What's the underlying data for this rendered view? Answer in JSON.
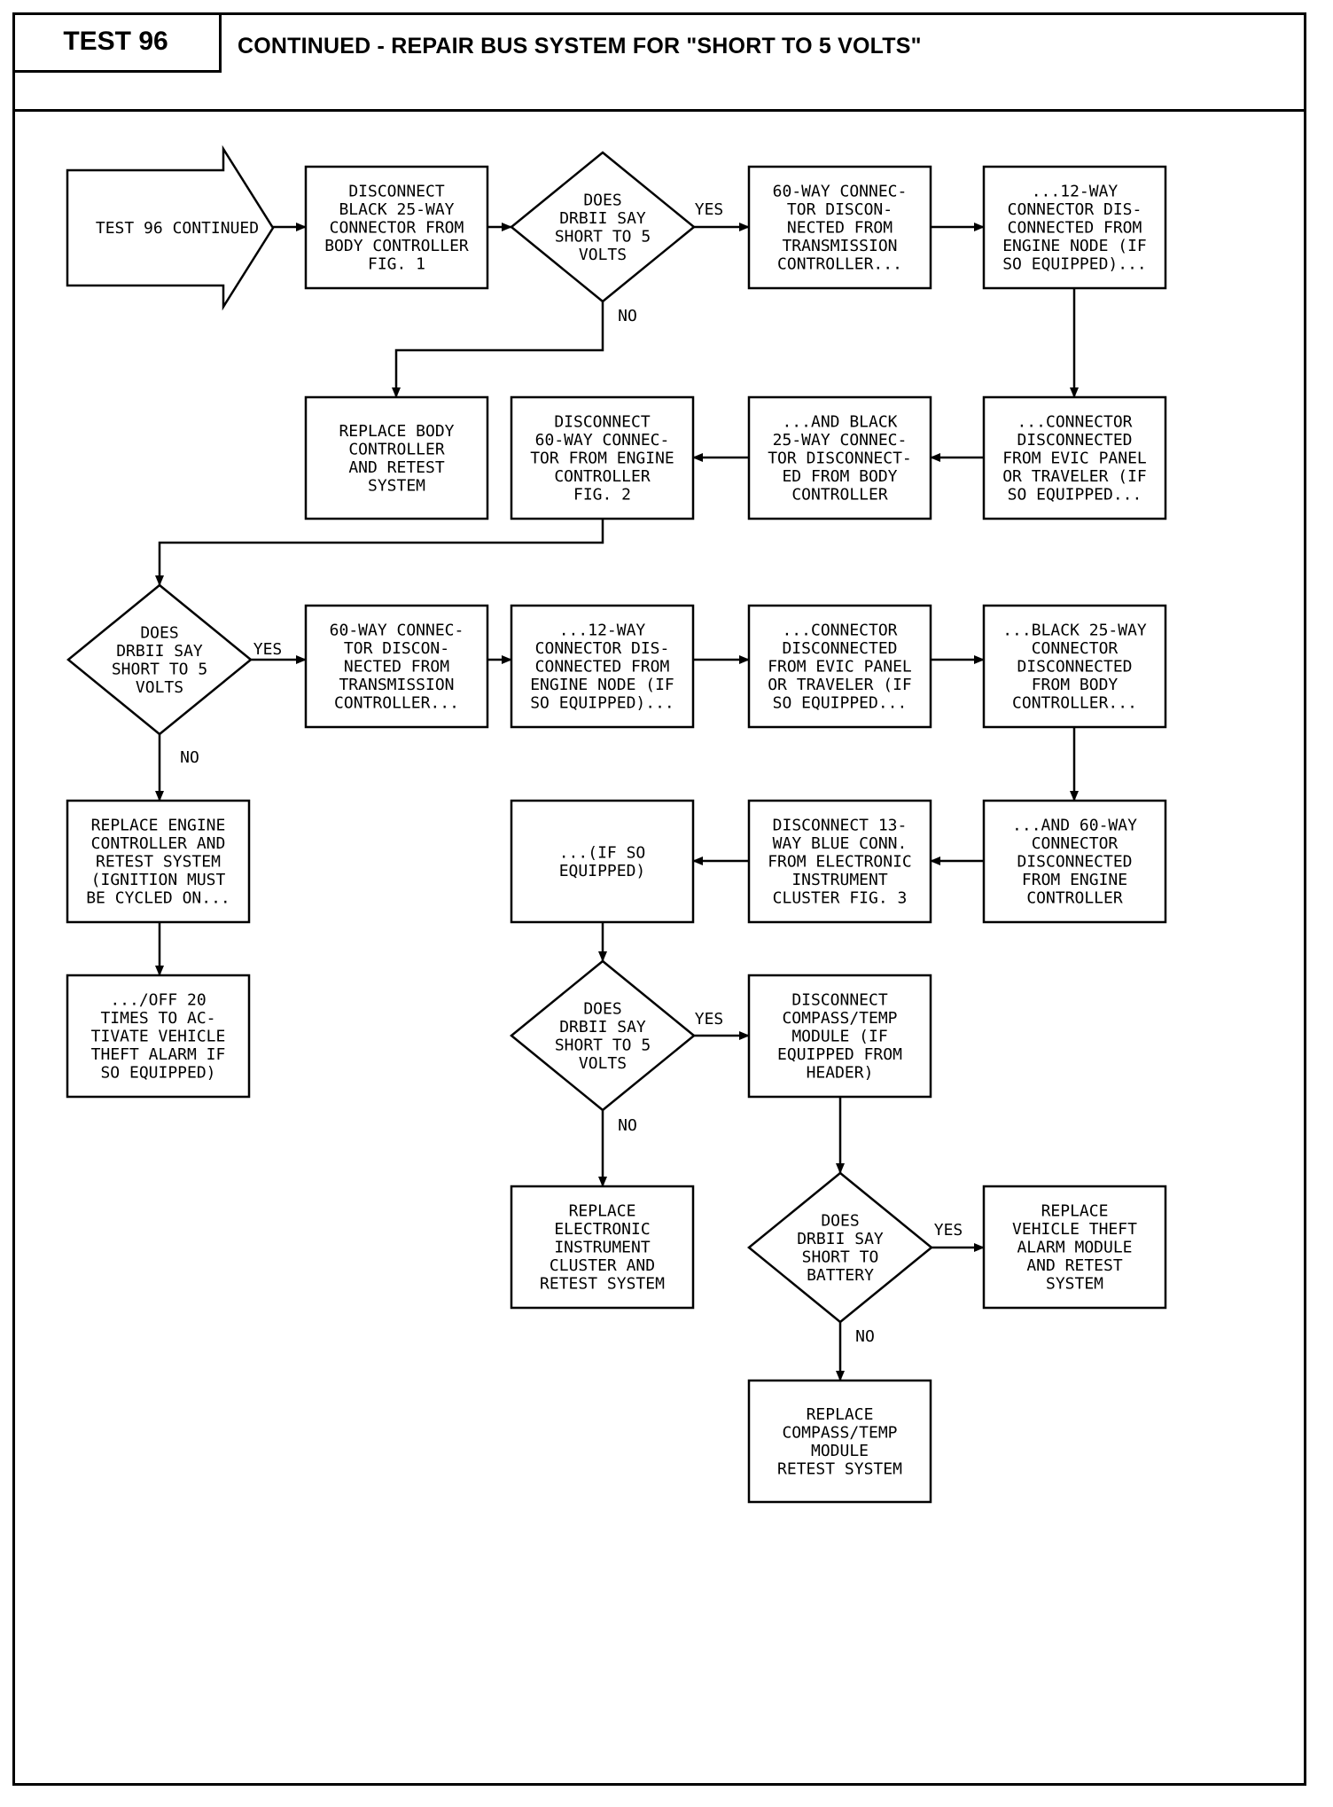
{
  "header": {
    "test_label": "TEST 96",
    "title": "CONTINUED - REPAIR BUS SYSTEM FOR \"SHORT TO 5 VOLTS\""
  },
  "nodes": [
    {
      "id": "start",
      "lines": [
        "TEST 96 CONTINUED"
      ]
    },
    {
      "id": "b1",
      "lines": [
        "DISCONNECT",
        "BLACK 25-WAY",
        "CONNECTOR FROM",
        "BODY CONTROLLER",
        "FIG. 1"
      ]
    },
    {
      "id": "d1",
      "lines": [
        "DOES",
        "DRBII SAY",
        "SHORT TO 5",
        "VOLTS"
      ]
    },
    {
      "id": "b2",
      "lines": [
        "60-WAY CONNEC-",
        "TOR DISCON-",
        "NECTED FROM",
        "TRANSMISSION",
        "CONTROLLER..."
      ]
    },
    {
      "id": "b3",
      "lines": [
        "...12-WAY",
        "CONNECTOR DIS-",
        "CONNECTED FROM",
        "ENGINE NODE (IF",
        "SO EQUIPPED)..."
      ]
    },
    {
      "id": "b4",
      "lines": [
        "REPLACE BODY",
        "CONTROLLER",
        "AND RETEST",
        "SYSTEM"
      ]
    },
    {
      "id": "b5",
      "lines": [
        "DISCONNECT",
        "60-WAY CONNEC-",
        "TOR FROM ENGINE",
        "CONTROLLER",
        "FIG. 2"
      ]
    },
    {
      "id": "b6",
      "lines": [
        "...AND BLACK",
        "25-WAY CONNEC-",
        "TOR DISCONNECT-",
        "ED FROM BODY",
        "CONTROLLER"
      ]
    },
    {
      "id": "b7",
      "lines": [
        "...CONNECTOR",
        "DISCONNECTED",
        "FROM EVIC PANEL",
        "OR TRAVELER (IF",
        "SO EQUIPPED..."
      ]
    },
    {
      "id": "d2",
      "lines": [
        "DOES",
        "DRBII SAY",
        "SHORT TO 5",
        "VOLTS"
      ]
    },
    {
      "id": "b8",
      "lines": [
        "60-WAY CONNEC-",
        "TOR DISCON-",
        "NECTED FROM",
        "TRANSMISSION",
        "CONTROLLER..."
      ]
    },
    {
      "id": "b9",
      "lines": [
        "...12-WAY",
        "CONNECTOR DIS-",
        "CONNECTED FROM",
        "ENGINE NODE (IF",
        "SO EQUIPPED)..."
      ]
    },
    {
      "id": "b10",
      "lines": [
        "...CONNECTOR",
        "DISCONNECTED",
        "FROM EVIC PANEL",
        "OR TRAVELER (IF",
        "SO EQUIPPED..."
      ]
    },
    {
      "id": "b11",
      "lines": [
        "...BLACK 25-WAY",
        "CONNECTOR",
        "DISCONNECTED",
        "FROM BODY",
        "CONTROLLER..."
      ]
    },
    {
      "id": "b12",
      "lines": [
        "REPLACE ENGINE",
        "CONTROLLER AND",
        "RETEST SYSTEM",
        "(IGNITION MUST",
        "BE CYCLED ON..."
      ]
    },
    {
      "id": "b13",
      "lines": [
        "...(IF SO",
        "EQUIPPED)"
      ]
    },
    {
      "id": "b14",
      "lines": [
        "DISCONNECT 13-",
        "WAY BLUE CONN.",
        "FROM ELECTRONIC",
        "INSTRUMENT",
        "CLUSTER FIG. 3"
      ]
    },
    {
      "id": "b15",
      "lines": [
        "...AND 60-WAY",
        "CONNECTOR",
        "DISCONNECTED",
        "FROM ENGINE",
        "CONTROLLER"
      ]
    },
    {
      "id": "b16",
      "lines": [
        ".../OFF 20",
        "TIMES TO AC-",
        "TIVATE VEHICLE",
        "THEFT ALARM IF",
        "SO EQUIPPED)"
      ]
    },
    {
      "id": "d3",
      "lines": [
        "DOES",
        "DRBII SAY",
        "SHORT TO 5",
        "VOLTS"
      ]
    },
    {
      "id": "b17",
      "lines": [
        "DISCONNECT",
        "COMPASS/TEMP",
        "MODULE (IF",
        "EQUIPPED FROM",
        "HEADER)"
      ]
    },
    {
      "id": "b18",
      "lines": [
        "REPLACE",
        "ELECTRONIC",
        "INSTRUMENT",
        "CLUSTER AND",
        "RETEST SYSTEM"
      ]
    },
    {
      "id": "d4",
      "lines": [
        "DOES",
        "DRBII SAY",
        "SHORT TO",
        "BATTERY"
      ]
    },
    {
      "id": "b19",
      "lines": [
        "REPLACE",
        "VEHICLE THEFT",
        "ALARM MODULE",
        "AND RETEST",
        "SYSTEM"
      ]
    },
    {
      "id": "b20",
      "lines": [
        "REPLACE",
        "COMPASS/TEMP",
        "MODULE",
        "RETEST SYSTEM"
      ]
    }
  ],
  "labels": [
    {
      "id": "l1",
      "text": "YES"
    },
    {
      "id": "l2",
      "text": "NO"
    },
    {
      "id": "l3",
      "text": "YES"
    },
    {
      "id": "l4",
      "text": "NO"
    },
    {
      "id": "l5",
      "text": "YES"
    },
    {
      "id": "l6",
      "text": "NO"
    },
    {
      "id": "l7",
      "text": "YES"
    },
    {
      "id": "l8",
      "text": "NO"
    }
  ]
}
